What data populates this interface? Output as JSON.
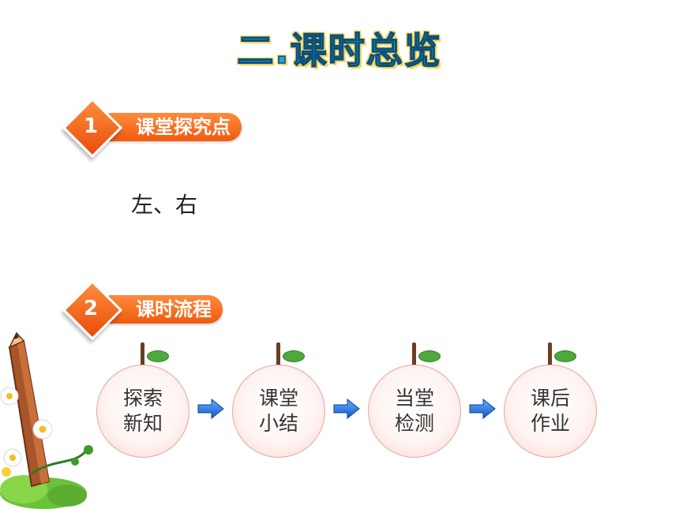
{
  "title": "二.课时总览",
  "sections": [
    {
      "number": "1",
      "label": "课堂探究点"
    },
    {
      "number": "2",
      "label": "课时流程"
    }
  ],
  "explore_point": "左、右",
  "flow": [
    {
      "label": "探索新知"
    },
    {
      "label": "课堂小结"
    },
    {
      "label": "当堂检测"
    },
    {
      "label": "课后作业"
    }
  ],
  "colors": {
    "accent": "#f15a0e",
    "title": "#1aa6d6",
    "arrow": "#1e78e8",
    "circle_border": "#e7a6a0"
  }
}
